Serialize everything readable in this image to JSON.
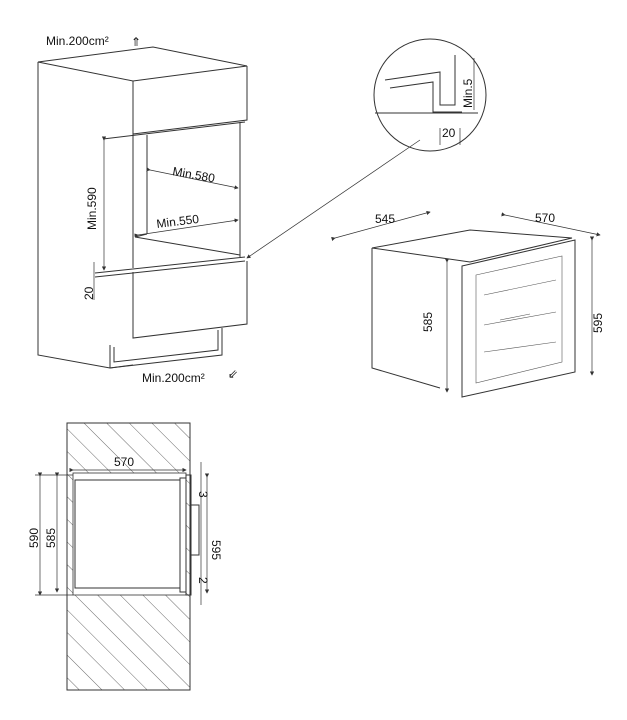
{
  "cabinet": {
    "vent_top": "Min.200cm²",
    "vent_bottom": "Min.200cm²",
    "height_min": "Min.590",
    "width_min": "Min.580",
    "depth_min": "Min.550",
    "gap": "20"
  },
  "detail": {
    "gap_top": "Min.5",
    "gap_bottom": "20"
  },
  "appliance": {
    "depth": "545",
    "width": "570",
    "body_height": "585",
    "door_height": "595"
  },
  "plan": {
    "width": "570",
    "opening_height": "590",
    "body_height": "585",
    "door_height": "595",
    "top_gap": "3",
    "bottom_gap": "2"
  }
}
